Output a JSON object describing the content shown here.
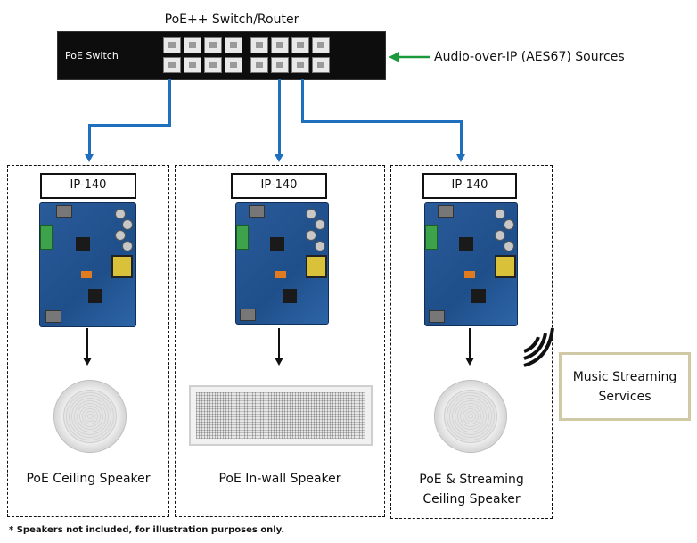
{
  "switch": {
    "title": "PoE++ Switch/Router",
    "label": "PoE Switch"
  },
  "sources": {
    "label": "Audio-over-IP (AES67) Sources"
  },
  "units": [
    {
      "module": "IP-140",
      "speaker_label": "PoE Ceiling Speaker",
      "speaker_type": "ceiling"
    },
    {
      "module": "IP-140",
      "speaker_label": "PoE In-wall Speaker",
      "speaker_type": "in-wall"
    },
    {
      "module": "IP-140",
      "speaker_label_line1": "PoE & Streaming",
      "speaker_label_line2": "Ceiling Speaker",
      "speaker_type": "ceiling"
    }
  ],
  "streaming": {
    "line1": "Music Streaming",
    "line2": "Services"
  },
  "footnote": "* Speakers not included, for illustration purposes only.",
  "colors": {
    "network_link": "#1f6fbf",
    "source_arrow": "#1a9a3a",
    "streaming_box_border": "#cfc9a6"
  }
}
